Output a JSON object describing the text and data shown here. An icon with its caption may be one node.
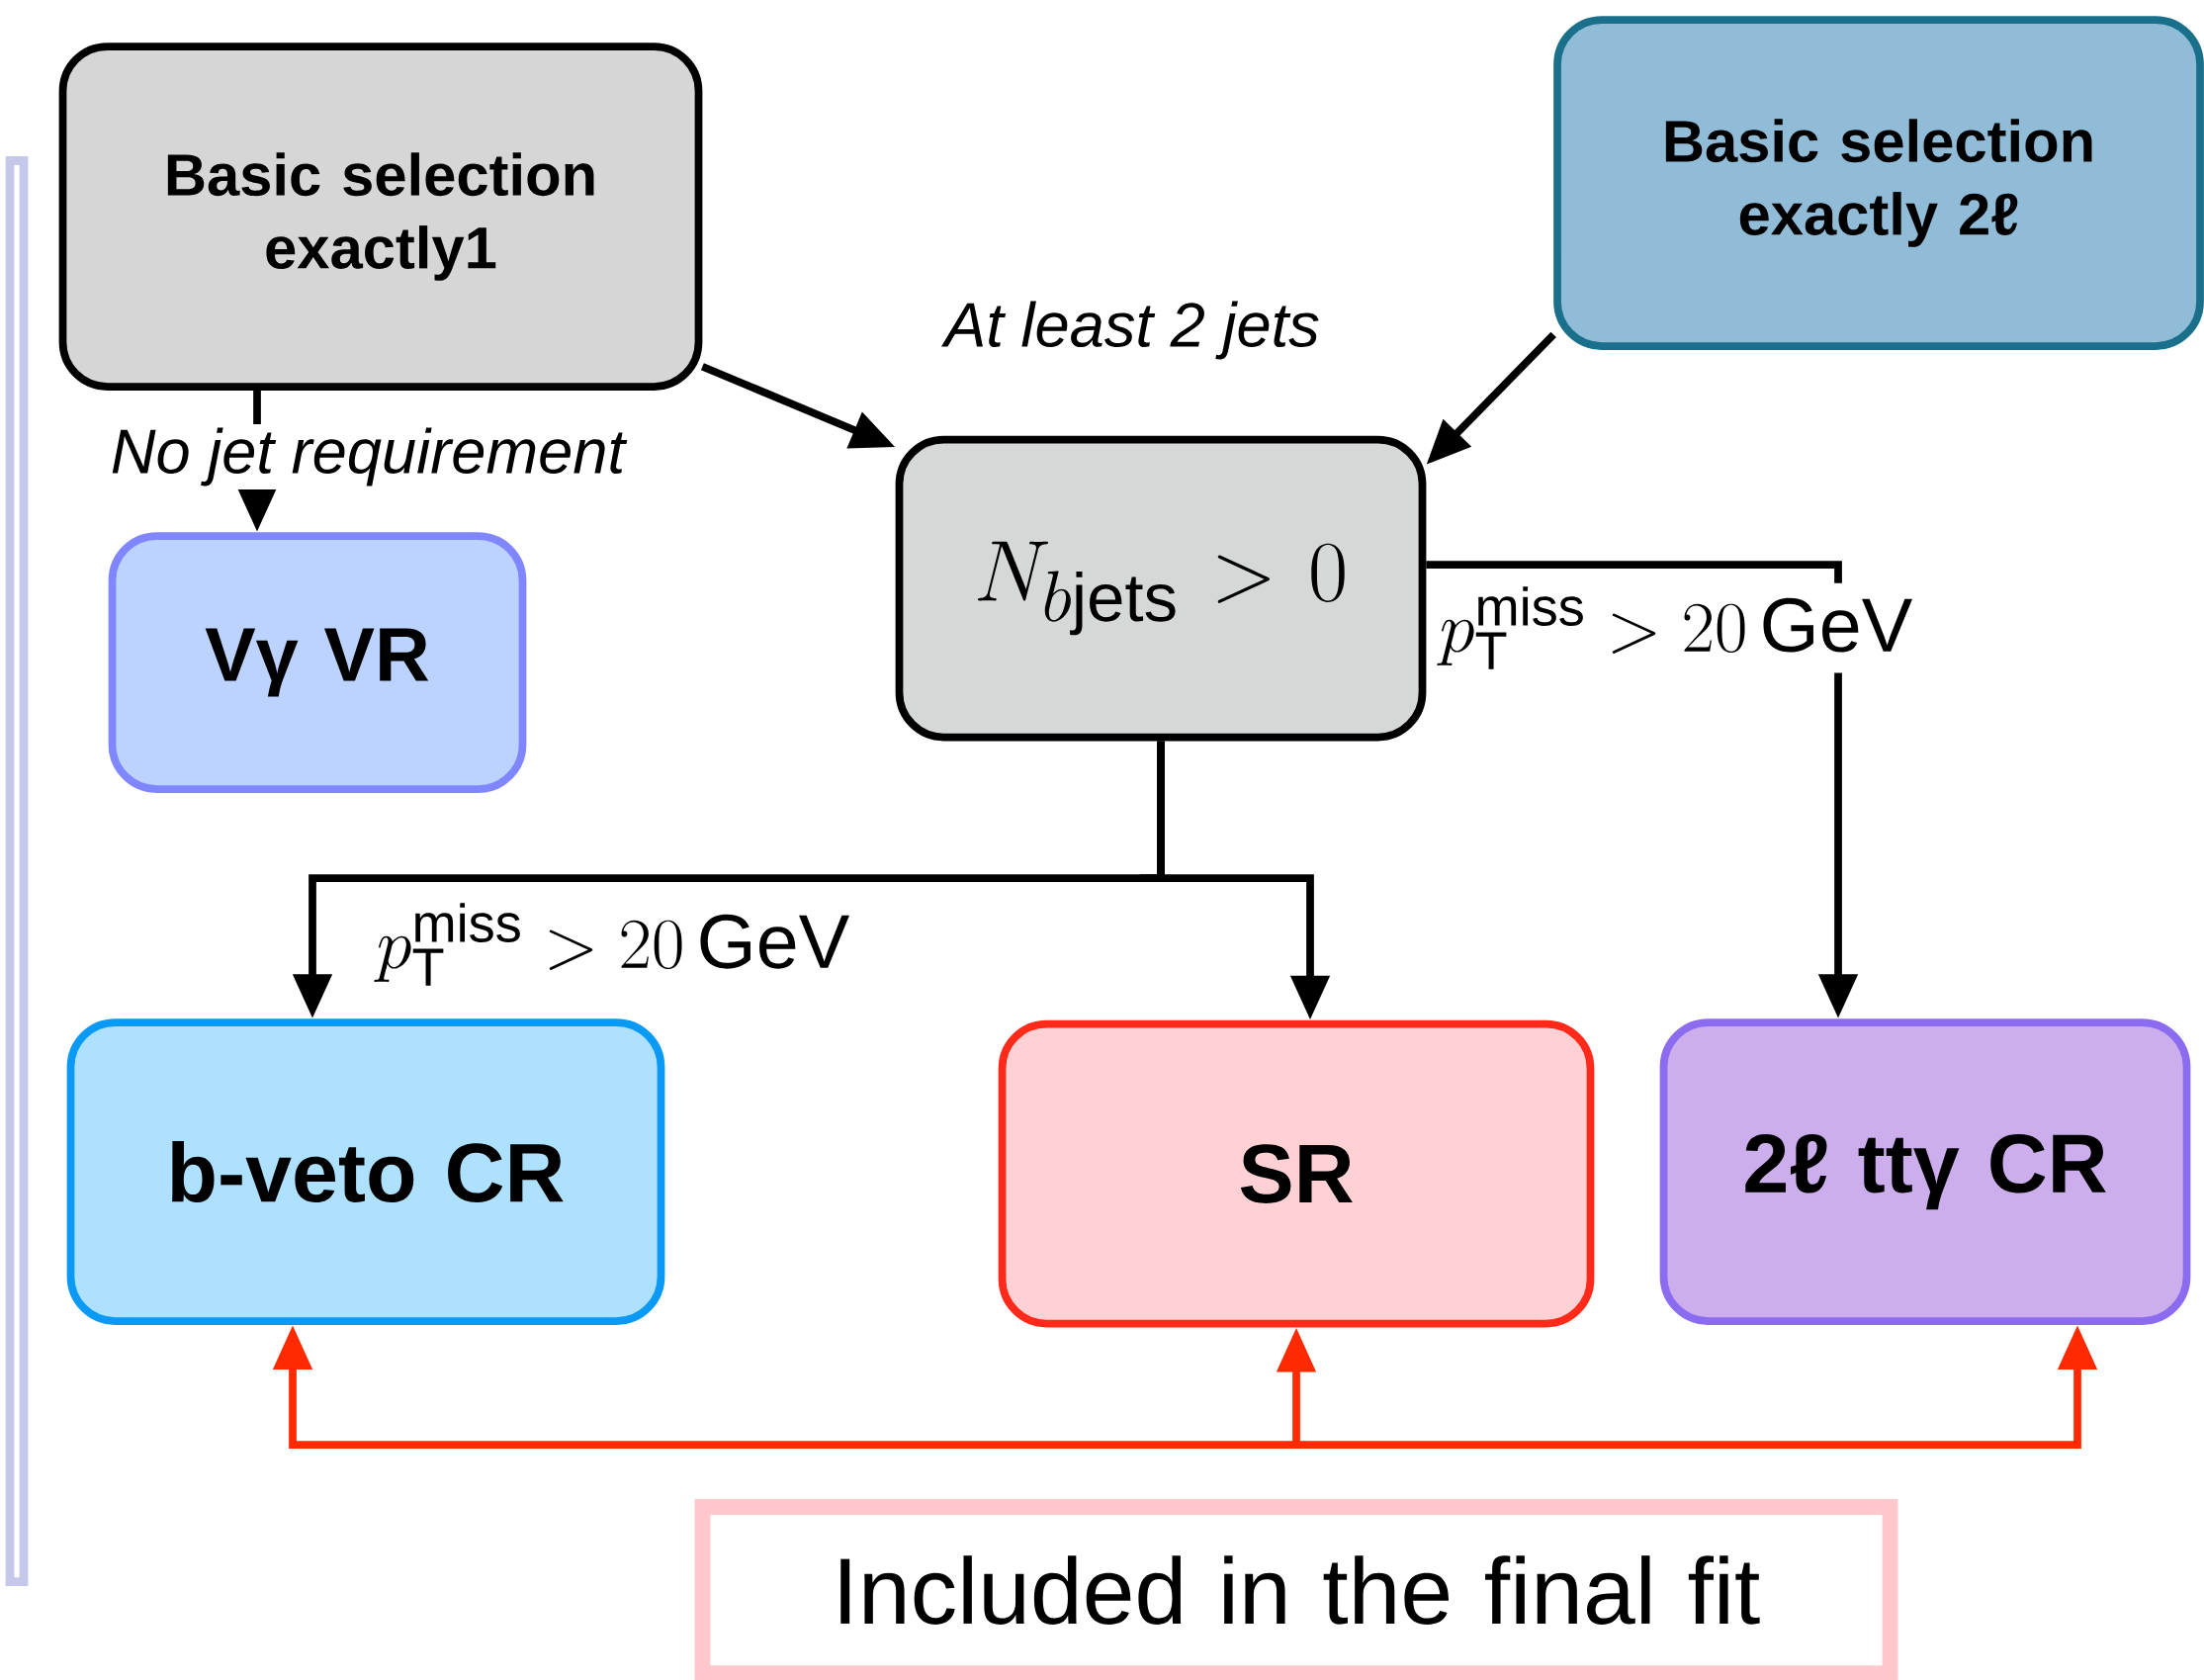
{
  "diagram": {
    "nodes": [
      {
        "text": [
          "Basic selection exactly1"
        ]
      },
      {
        "text": [
          "Basic selection exactly 2ℓ"
        ]
      },
      {
        "text": [
          "N_{b\\mathrm{jets}} > 0"
        ]
      },
      {
        "text": [
          "Vγ VR"
        ]
      },
      {
        "text": [
          "b-veto CR"
        ]
      },
      {
        "text": [
          "SR"
        ]
      },
      {
        "text": [
          "2ℓ ttγ CR"
        ]
      },
      {
        "text": [
          "Included in the final fit"
        ]
      },
      {
        "text": [],
        "shape": "bar"
      }
    ],
    "edges": [
      {
        "from": 0,
        "to": 3,
        "arrow": "to",
        "label": "No jet requirement"
      },
      {
        "from": 0,
        "to": 2,
        "arrow": "to",
        "label": "At least 2 jets"
      },
      {
        "from": 1,
        "to": 2,
        "arrow": "to"
      },
      {
        "from": 2,
        "to": 4,
        "arrow": "to",
        "label": "p_{\\mathrm{T}}^{\\mathrm{miss}} > 20\\,\\mathrm{GeV}"
      },
      {
        "from": 2,
        "to": 5,
        "arrow": "to"
      },
      {
        "from": 2,
        "to": 6,
        "arrow": "to",
        "label": "p_{\\mathrm{T}}^{\\mathrm{miss}} > 20\\,\\mathrm{GeV}"
      },
      {
        "from": null,
        "to": 4,
        "arrow": "to",
        "color": "#ff2a00"
      },
      {
        "from": null,
        "to": 5,
        "arrow": "to",
        "color": "#ff2a00"
      },
      {
        "from": null,
        "to": 6,
        "arrow": "to",
        "color": "#ff2a00"
      }
    ]
  }
}
